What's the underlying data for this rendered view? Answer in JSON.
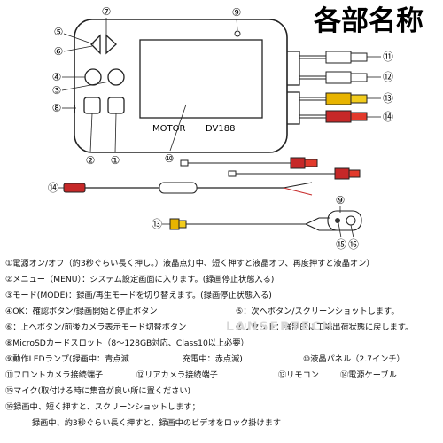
{
  "title": "各部名称",
  "device": {
    "brand_label": "MOTOR",
    "model_label": "DV188"
  },
  "watermark": "LANSERTECH",
  "callouts": [
    "①",
    "②",
    "③",
    "④",
    "⑤",
    "⑥",
    "⑦",
    "⑧",
    "⑨",
    "⑩",
    "⑪",
    "⑫",
    "⑬",
    "⑭",
    "⑮",
    "⑯"
  ],
  "legend": [
    "①電源オン/オフ（約3秒ぐらい長く押し。）液晶点灯中、短く押すと液晶オフ、再度押すと液晶オン）",
    "②メニュー（MENU）：システム設定画面に入ります。(録画停止状態入る)",
    "③モード(MODE)：録画/再生モードを切り替えます。(録画停止状態入る)",
    "④OK：確認ボタン/録画開始と停止ボタン",
    "⑤：次へボタン/スクリーンショットします。",
    "⑥：上へボタン/前後カメラ表示モード切替ボタン",
    "⑦リセット：強制的に工場出荷状態に戻します。",
    "⑧MicroSDカードスロット（8～128GB対応、Class10以上必要）",
    "⑨動作LEDランプ(録画中：青点滅",
    "充電中：赤点滅)",
    "⑩液晶パネル（2.7インチ）",
    "⑪フロントカメラ接続端子",
    "⑫リアカメラ接続端子",
    "⑬リモコン",
    "⑭電源ケーブル",
    "⑮マイク(取付ける時に集音が良い所に置ください)",
    "⑯録画中、短く押すと、スクリーンショットします；",
    "録画中、約3秒ぐらい長く押すと、録画中のビデオをロック掛けます"
  ]
}
